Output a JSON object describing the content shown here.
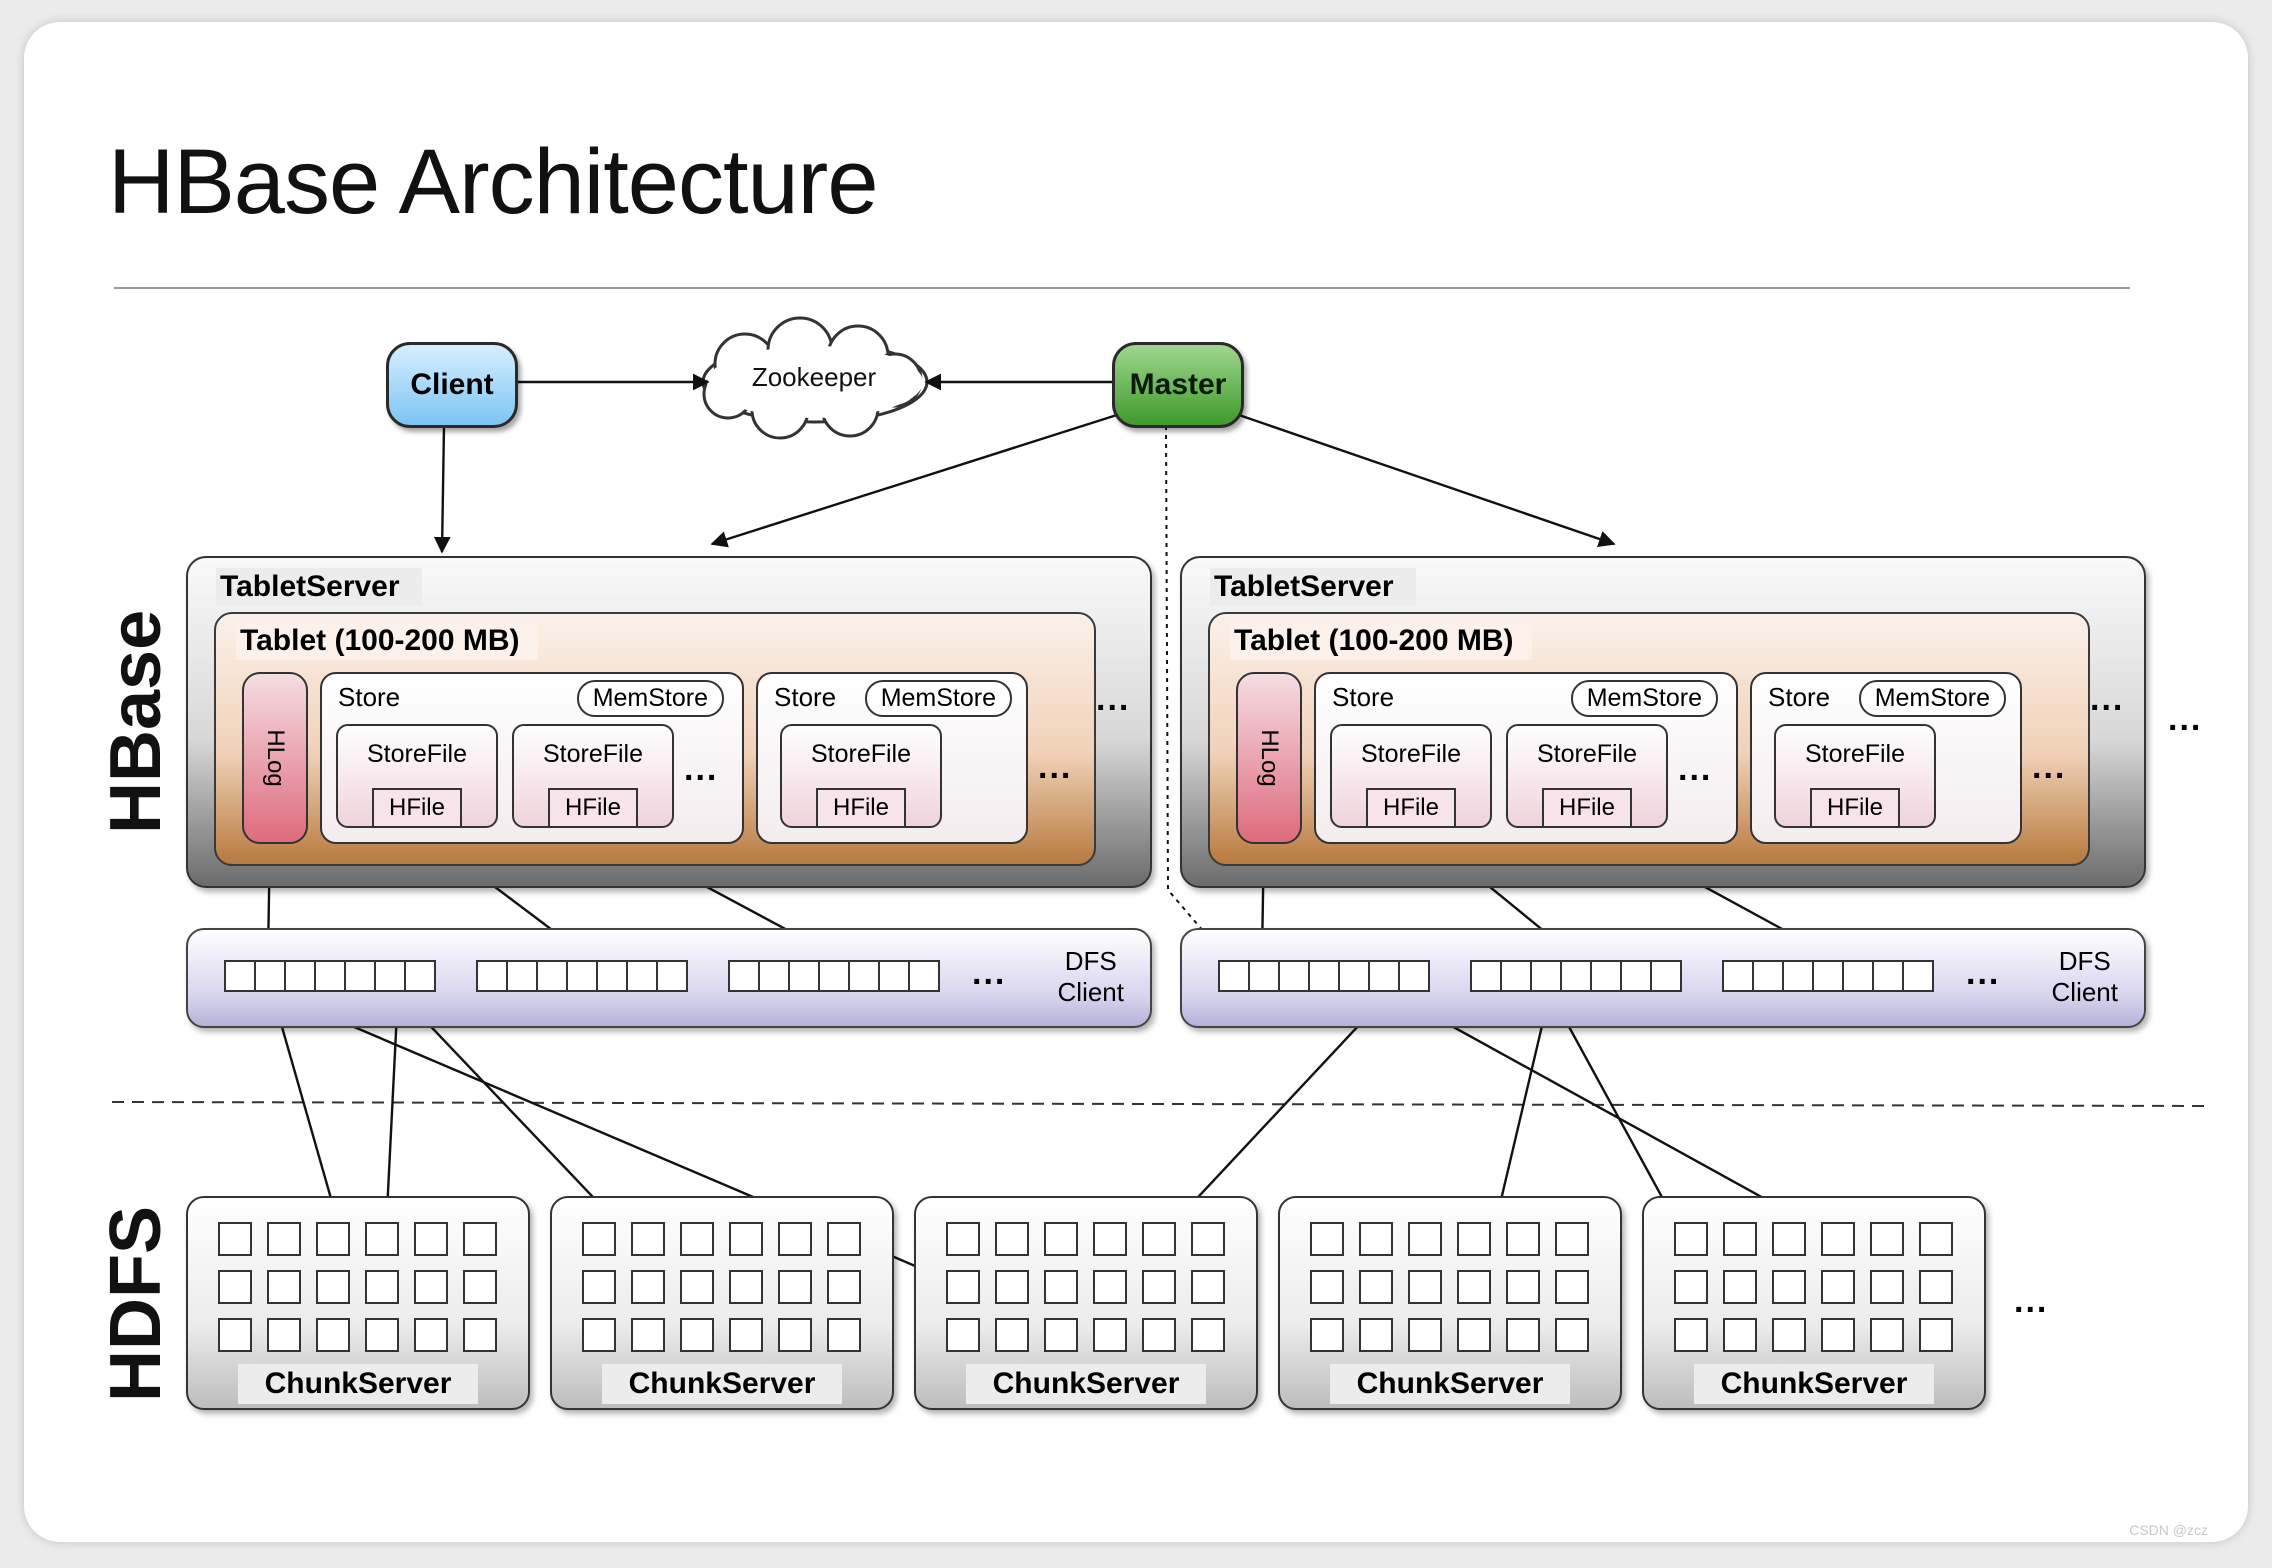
{
  "title": "HBase Architecture",
  "layers": {
    "hbase": "HBase",
    "hdfs": "HDFS"
  },
  "nodes": {
    "client": "Client",
    "zookeeper": "Zookeeper",
    "master": "Master"
  },
  "tablet_server": {
    "label": "TabletServer",
    "tablet_label": "Tablet (100-200 MB)",
    "hlog": "HLog",
    "store": "Store",
    "memstore": "MemStore",
    "storefile": "StoreFile",
    "hfile": "HFile"
  },
  "dfs_client": {
    "line1": "DFS",
    "line2": "Client"
  },
  "chunk_server": "ChunkServer",
  "ellipsis": "...",
  "watermark": "CSDN @zcz"
}
